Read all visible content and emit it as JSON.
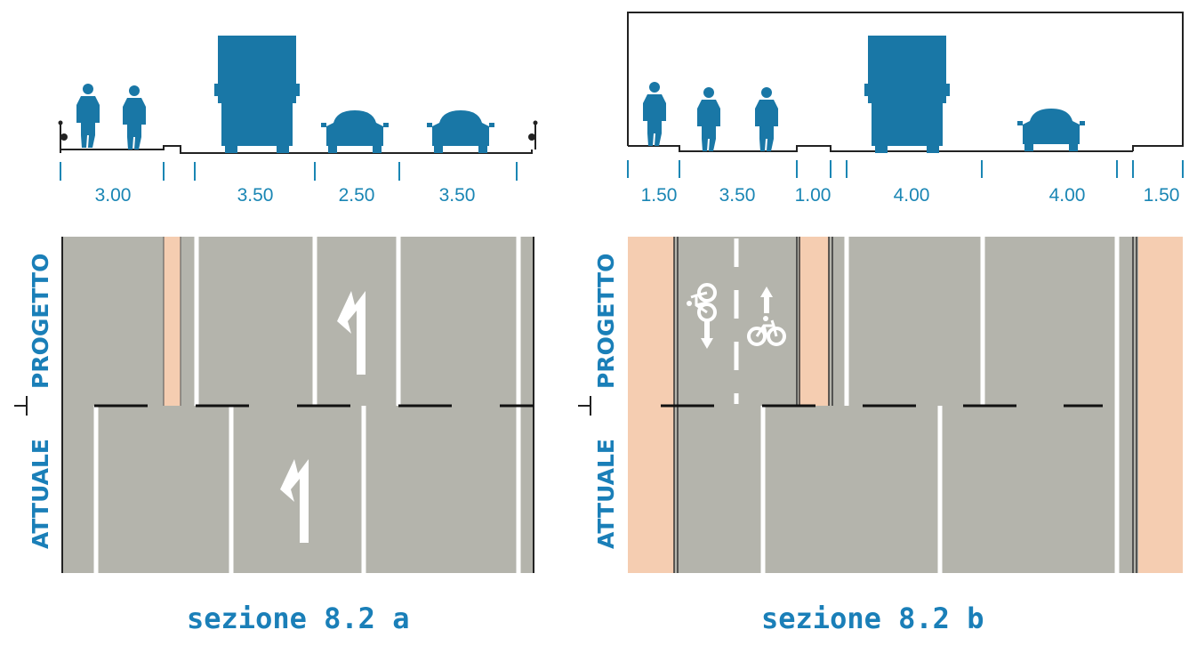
{
  "colors": {
    "figure_blue": "#1977a6",
    "asphalt": "#b4b4ac",
    "cycle_lane_pink": "#f5cdb1",
    "label_blue": "#1a7fb8"
  },
  "icons": [
    "pedestrian-icon",
    "truck-icon",
    "car-icon",
    "cyclist-icon",
    "bicycle-symbol-icon",
    "turn-arrow-icon",
    "straight-arrow-icon"
  ],
  "rows": {
    "design": "PROGETTO",
    "current": "ATTUALE"
  },
  "section_a": {
    "caption": "sezione 8.2 a",
    "dimensions": [
      "3.00",
      "3.50",
      "2.50",
      "3.50"
    ]
  },
  "section_b": {
    "caption": "sezione 8.2 b",
    "dimensions": [
      "1.50",
      "3.50",
      "1.00",
      "4.00",
      "4.00",
      "1.50"
    ]
  }
}
